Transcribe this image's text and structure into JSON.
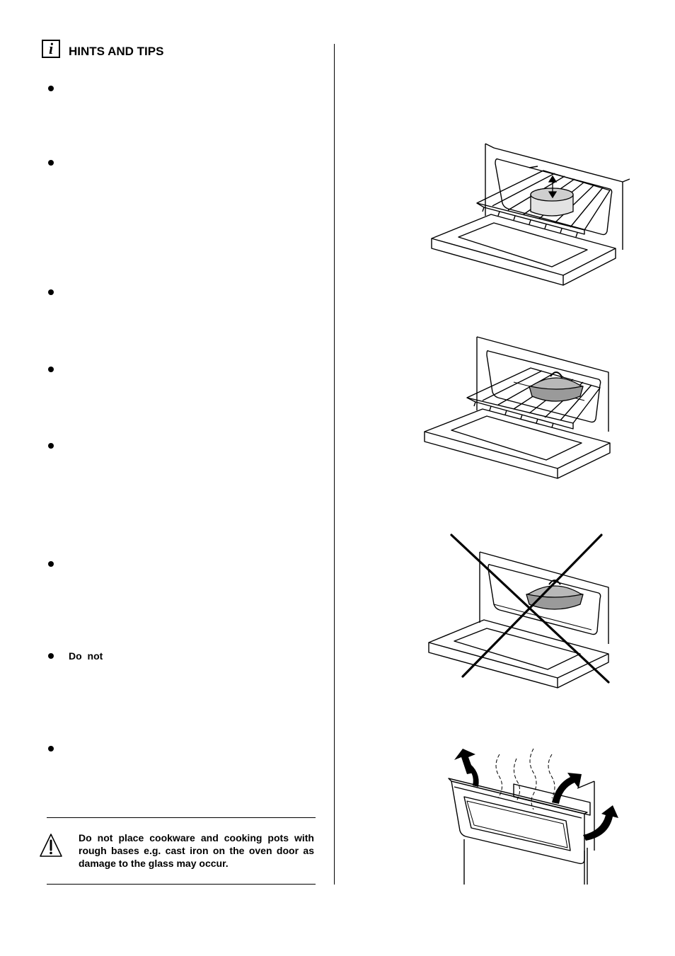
{
  "section": {
    "icon": "info-icon",
    "title": "HINTS AND TIPS"
  },
  "tips": [
    {
      "text": ""
    },
    {
      "text": ""
    },
    {
      "text": ""
    },
    {
      "text": ""
    },
    {
      "text": ""
    },
    {
      "text": ""
    },
    {
      "text": "Do not"
    },
    {
      "text": ""
    }
  ],
  "warning": {
    "icon": "warning-triangle-icon",
    "text": "Do not place cookware and cooking pots with rough bases e.g. cast iron on the oven door as damage to the glass may occur."
  },
  "illustrations": [
    {
      "icon": "oven-shelf-dish-icon"
    },
    {
      "icon": "oven-shelf-casserole-icon"
    },
    {
      "icon": "oven-door-crossed-out-icon"
    },
    {
      "icon": "oven-door-steam-icon"
    }
  ]
}
